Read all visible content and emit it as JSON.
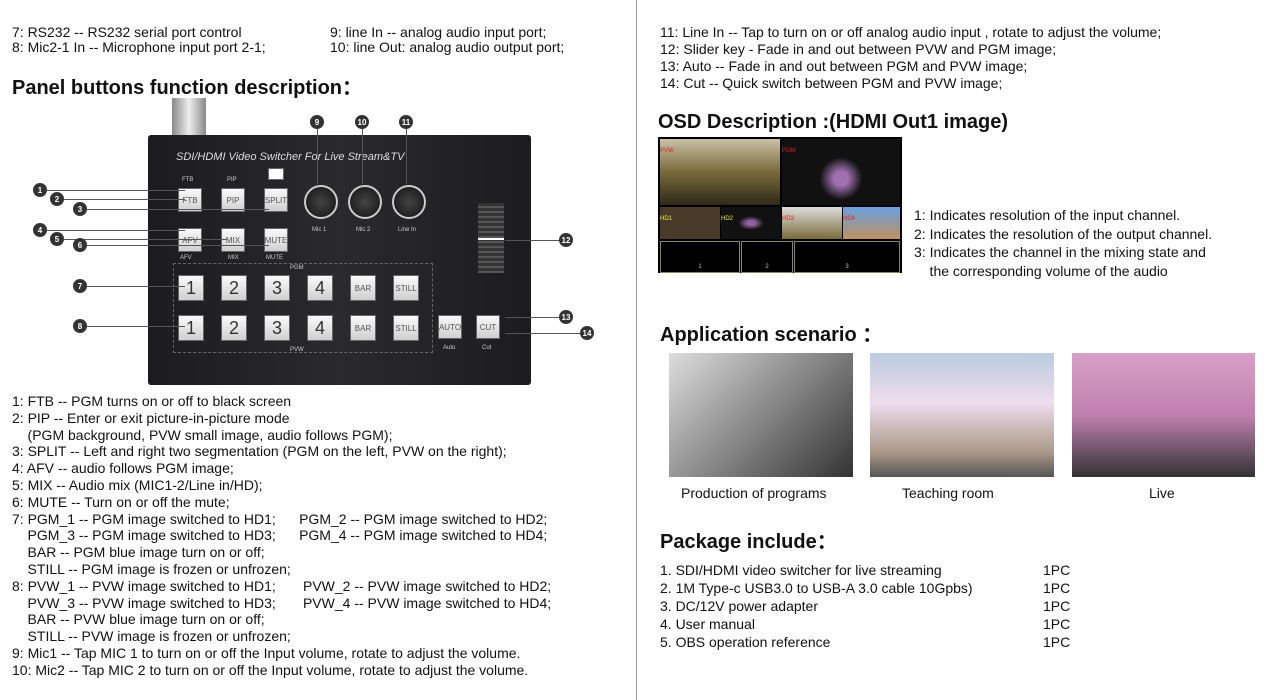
{
  "left": {
    "top_lines": [
      [
        "7: RS232 -- RS232 serial port control",
        "9: line In -- analog audio input port;"
      ],
      [
        "8: Mic2-1 In -- Microphone input port 2-1;",
        "10: line Out: analog audio output port;"
      ]
    ],
    "heading": "Panel buttons function description：",
    "device": {
      "title": "SDI/HDMI Video Switcher For Live Stream&TV",
      "top_buttons": [
        "FTB",
        "PIP",
        "SPLIT"
      ],
      "top_labels": [
        "FTB",
        "PIP"
      ],
      "mid_buttons": [
        "AFV",
        "MIX",
        "MUTE"
      ],
      "mid_labels": [
        "AFV",
        "MIX",
        "MUTE"
      ],
      "knobs": [
        "Mic 1",
        "Mic 2",
        "Line In"
      ],
      "pgm_label": "PGM",
      "pvw_label": "PVW",
      "row_buttons": [
        "1",
        "2",
        "3",
        "4",
        "BAR",
        "STILL"
      ],
      "auto": "AUTO",
      "cut": "CUT",
      "auto_label": "Auto",
      "cut_label": "Cut",
      "callouts": [
        "1",
        "2",
        "3",
        "4",
        "5",
        "6",
        "7",
        "8",
        "9",
        "10",
        "11",
        "12",
        "13",
        "14"
      ]
    },
    "list": [
      "1: FTB -- PGM turns on or off to black screen",
      "2: PIP -- Enter or exit picture-in-picture mode",
      "    (PGM background, PVW small image, audio follows PGM);",
      "3: SPLIT -- Left and right two segmentation (PGM on the left, PVW on the right);",
      "4: AFV -- audio follows PGM image;",
      "5: MIX -- Audio mix (MIC1-2/Line in/HD);",
      "6: MUTE -- Turn on or off the mute;",
      "7: PGM_1 -- PGM image switched to HD1;      PGM_2 -- PGM image switched to HD2;",
      "    PGM_3 -- PGM image switched to HD3;      PGM_4 -- PGM image switched to HD4;",
      "    BAR -- PGM blue image turn on or off;",
      "    STILL -- PGM image is frozen or unfrozen;",
      "8: PVW_1 -- PVW image switched to HD1;       PVW_2 -- PVW image switched to HD2;",
      "    PVW_3 -- PVW image switched to HD3;       PVW_4 -- PVW image switched to HD4;",
      "    BAR -- PVW blue image turn on or off;",
      "    STILL -- PVW image is frozen or unfrozen;",
      "9: Mic1 -- Tap MIC 1 to turn on or off the Input volume, rotate to adjust the volume.",
      "10: Mic2 -- Tap MIC 2 to turn on or off the Input volume, rotate to adjust the volume."
    ]
  },
  "right": {
    "top_lines": [
      "11: Line In -- Tap to turn on or off analog audio input , rotate to adjust the volume;",
      "12: Slider key - Fade in and out between PVW and PGM image;",
      "13: Auto -- Fade in and out between PGM and PVW image;",
      "14: Cut -- Quick switch between PGM and PVW image;"
    ],
    "osd_heading": "OSD Description :(HDMI Out1 image)",
    "osd_labels": [
      "PVW",
      "PGM",
      "HD1",
      "HD2",
      "HD3",
      "HD4",
      "1",
      "2",
      "3"
    ],
    "osd_notes": [
      "1: Indicates resolution of the input channel.",
      "2: Indicates the resolution of the output channel.",
      "3: Indicates the channel in the mixing state and",
      "    the corresponding volume of the audio"
    ],
    "app_heading": "Application scenario ：",
    "scenarios": [
      "Production of programs",
      "Teaching room",
      "Live"
    ],
    "package_heading": "Package include：",
    "package": [
      {
        "item": "1. SDI/HDMI video switcher for live streaming",
        "qty": "1PC"
      },
      {
        "item": "2. 1M Type-c USB3.0 to USB-A 3.0 cable 10Gpbs)",
        "qty": "1PC"
      },
      {
        "item": "3. DC/12V power adapter",
        "qty": "1PC"
      },
      {
        "item": "4. User manual",
        "qty": "1PC"
      },
      {
        "item": "5. OBS operation reference",
        "qty": "1PC"
      }
    ]
  }
}
